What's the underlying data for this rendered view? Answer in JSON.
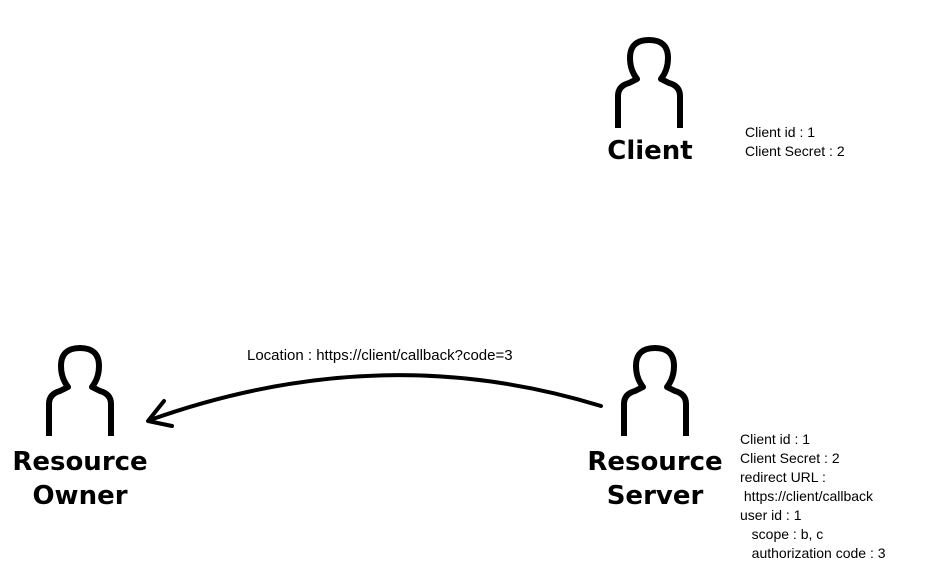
{
  "actors": {
    "client": {
      "label_lines": [
        "Client"
      ],
      "icon": "person-icon"
    },
    "resource_owner": {
      "label_lines": [
        "Resource",
        "Owner"
      ],
      "icon": "person-icon"
    },
    "resource_server": {
      "label_lines": [
        "Resource",
        "Server"
      ],
      "icon": "person-icon"
    }
  },
  "notes": {
    "client": [
      "Client id : 1",
      "Client Secret : 2"
    ],
    "resource_server": [
      "Client id : 1",
      "Client Secret : 2",
      "redirect URL :",
      " https://client/callback",
      "user id : 1",
      "   scope : b, c",
      "   authorization code : 3"
    ]
  },
  "arrows": {
    "server_to_owner": {
      "label": "Location : https://client/callback?code=3"
    }
  },
  "colors": {
    "ink": "#000000",
    "background": "#ffffff"
  }
}
